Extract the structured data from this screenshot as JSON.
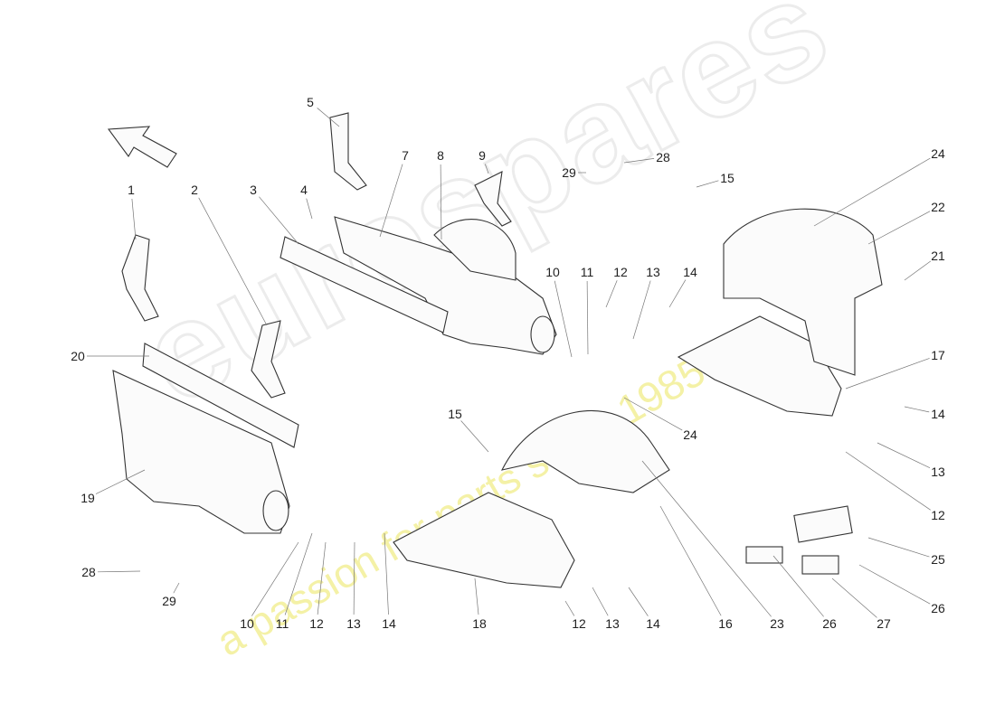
{
  "watermark": {
    "brand": "eurospares",
    "tagline": "a passion for parts since 1985"
  },
  "diagram": {
    "direction_arrow": "arrow-icon",
    "callouts": [
      "1",
      "2",
      "3",
      "4",
      "5",
      "7",
      "8",
      "9",
      "29",
      "28",
      "15",
      "24",
      "22",
      "21",
      "10",
      "11",
      "12",
      "13",
      "14",
      "17",
      "20",
      "15",
      "24",
      "14",
      "13",
      "12",
      "19",
      "28",
      "29",
      "10",
      "11",
      "12",
      "13",
      "14",
      "18",
      "12",
      "13",
      "14",
      "16",
      "23",
      "26",
      "27",
      "25",
      "26"
    ]
  }
}
